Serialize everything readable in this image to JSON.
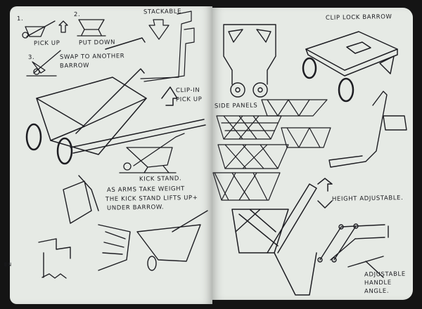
{
  "left_page": {
    "step1_number": "1.",
    "step2_number": "2.",
    "step3_number": "3.",
    "pick_up": "PICK UP",
    "put_down": "PUT DOWN",
    "swap_line1": "SWAP TO ANOTHER",
    "swap_line2": "BARROW",
    "stackable": "STACKABLE",
    "clip_in_line1": "CLIP-IN",
    "clip_in_line2": "PICK UP",
    "kick_stand": "KICK STAND.",
    "note_line1": "AS ARMS TAKE WEIGHT",
    "note_line2": "THE KICK STAND LIFTS UP+",
    "note_line3": "UNDER BARROW.",
    "edge_text": "EN"
  },
  "right_page": {
    "clip_lock": "CLIP LOCK BARROW",
    "side_panels": "SIDE PANELS",
    "height_adjustable": "HEIGHT ADJUSTABLE.",
    "handle_line1": "ADJUSTABLE",
    "handle_line2": "HANDLE",
    "handle_line3": "ANGLE."
  },
  "colors": {
    "background": "#141414",
    "paper": "#e6eae5",
    "ink": "#1d1d22"
  }
}
